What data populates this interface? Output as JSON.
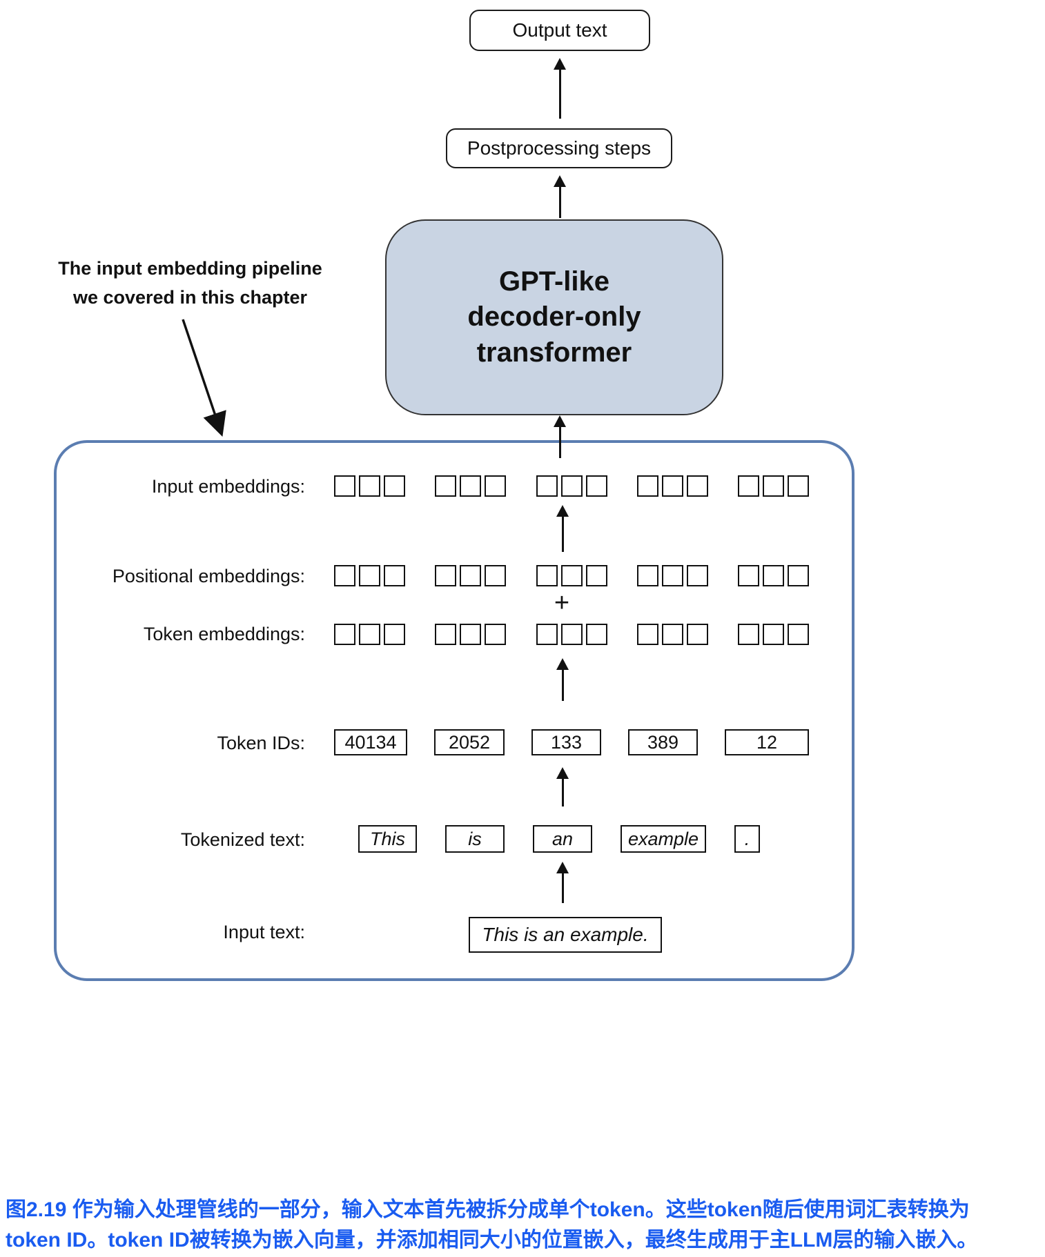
{
  "flow": {
    "output_text": "Output text",
    "postprocessing": "Postprocessing steps",
    "gpt_lines": [
      "GPT-like",
      "decoder-only",
      "transformer"
    ]
  },
  "annotation": {
    "line1": "The input embedding pipeline",
    "line2": "we covered in this chapter"
  },
  "pipeline": {
    "labels": {
      "input_embeddings": "Input embeddings:",
      "positional_embeddings": "Positional embeddings:",
      "token_embeddings": "Token embeddings:",
      "token_ids": "Token IDs:",
      "tokenized_text": "Tokenized text:",
      "input_text": "Input text:"
    },
    "plus": "+",
    "token_ids": [
      "40134",
      "2052",
      "133",
      "389",
      "12"
    ],
    "tokens": [
      "This",
      "is",
      "an",
      "example",
      "."
    ],
    "input_text_value": "This is an example.",
    "embedding_groups_per_row": 5,
    "cells_per_group": 3
  },
  "caption": {
    "line1": "图2.19 作为输入处理管线的一部分，输入文本首先被拆分成单个token。这些token随后使用词汇表转换为",
    "line2": "token ID。token ID被转换为嵌入向量，并添加相同大小的位置嵌入，最终生成用于主LLM层的输入嵌入。"
  },
  "colors": {
    "gpt_box_fill": "#c9d4e3",
    "gpt_box_border": "#333333",
    "pipeline_border": "#5b7db1",
    "caption_text": "#1a5cf0",
    "diagram_ink": "#111111"
  }
}
